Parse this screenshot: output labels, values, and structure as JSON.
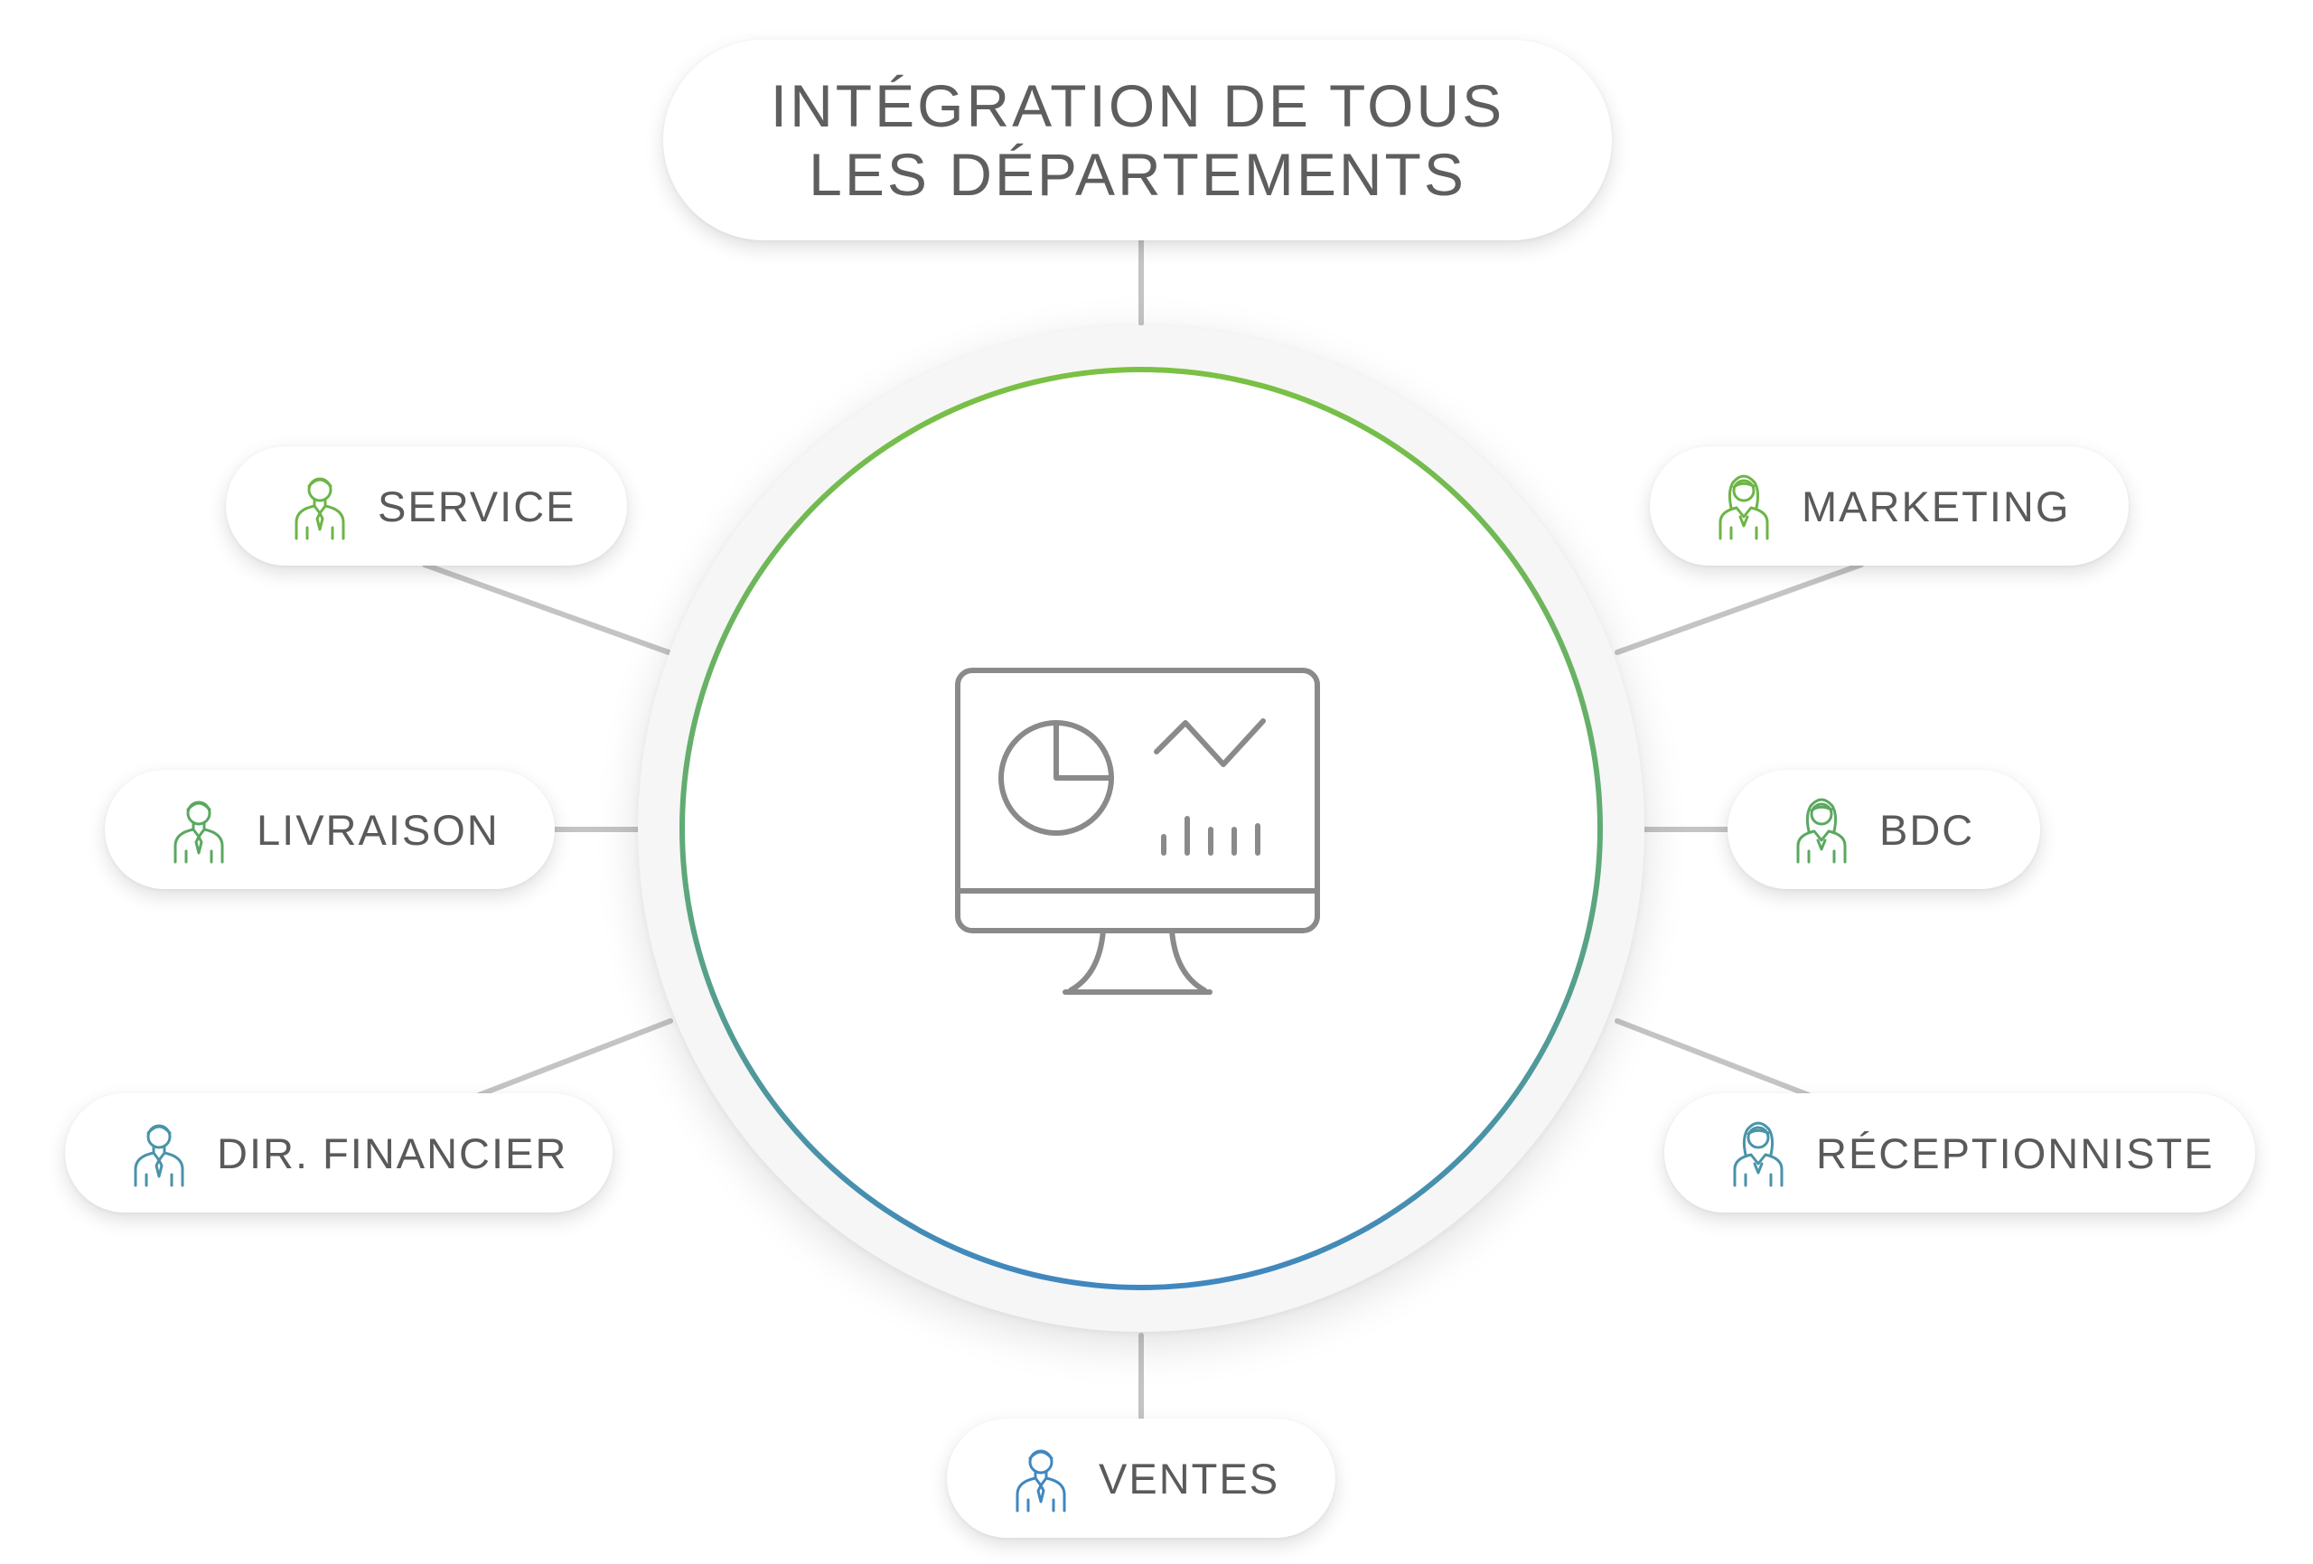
{
  "title": {
    "line1": "INTÉGRATION DE TOUS",
    "line2": "LES DÉPARTEMENTS"
  },
  "hub": {
    "icon": "monitor-analytics-icon",
    "ring_colors": [
      "#7ac143",
      "#3f87c0"
    ]
  },
  "colors": {
    "green": "#6db546",
    "teal": "#4c9a84",
    "blue": "#3f87c0",
    "connector": "#c4c4c4",
    "text": "#5a5a5a"
  },
  "departments": [
    {
      "label": "SERVICE",
      "icon": "male-employee-icon",
      "color": "#6db546"
    },
    {
      "label": "LIVRAISON",
      "icon": "male-employee-icon",
      "color": "#5aa860"
    },
    {
      "label": "DIR. FINANCIER",
      "icon": "male-employee-icon",
      "color": "#4a93a8"
    },
    {
      "label": "VENTES",
      "icon": "male-employee-icon",
      "color": "#3f87c0"
    },
    {
      "label": "MARKETING",
      "icon": "female-employee-icon",
      "color": "#6db546"
    },
    {
      "label": "BDC",
      "icon": "female-employee-icon",
      "color": "#5aa860"
    },
    {
      "label": "RÉCEPTIONNISTE",
      "icon": "female-employee-icon",
      "color": "#4a93a8"
    }
  ]
}
